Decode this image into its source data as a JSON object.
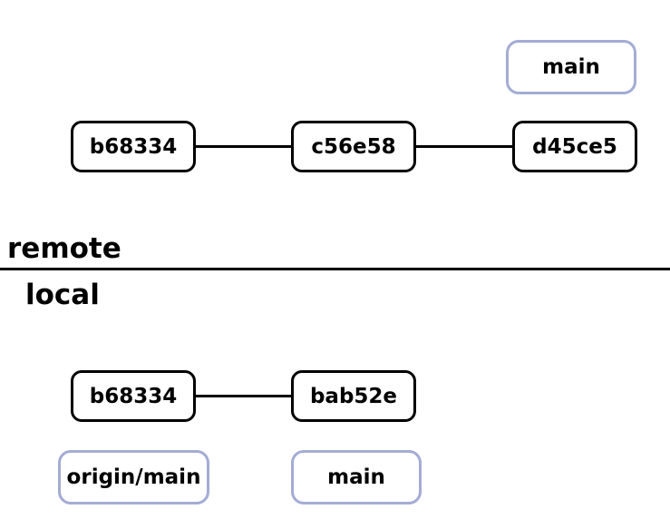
{
  "remote": {
    "label": "remote",
    "commits": [
      "b68334",
      "c56e58",
      "d45ce5"
    ],
    "branches": [
      {
        "name": "main",
        "points_to": "d45ce5"
      }
    ]
  },
  "local": {
    "label": "local",
    "commits": [
      "b68334",
      "bab52e"
    ],
    "branches": [
      {
        "name": "origin/main",
        "points_to": "b68334"
      },
      {
        "name": "main",
        "points_to": "bab52e"
      }
    ]
  },
  "colors": {
    "commit_border": "#000000",
    "branch_border": "#a3acd4",
    "divider": "#000000"
  }
}
